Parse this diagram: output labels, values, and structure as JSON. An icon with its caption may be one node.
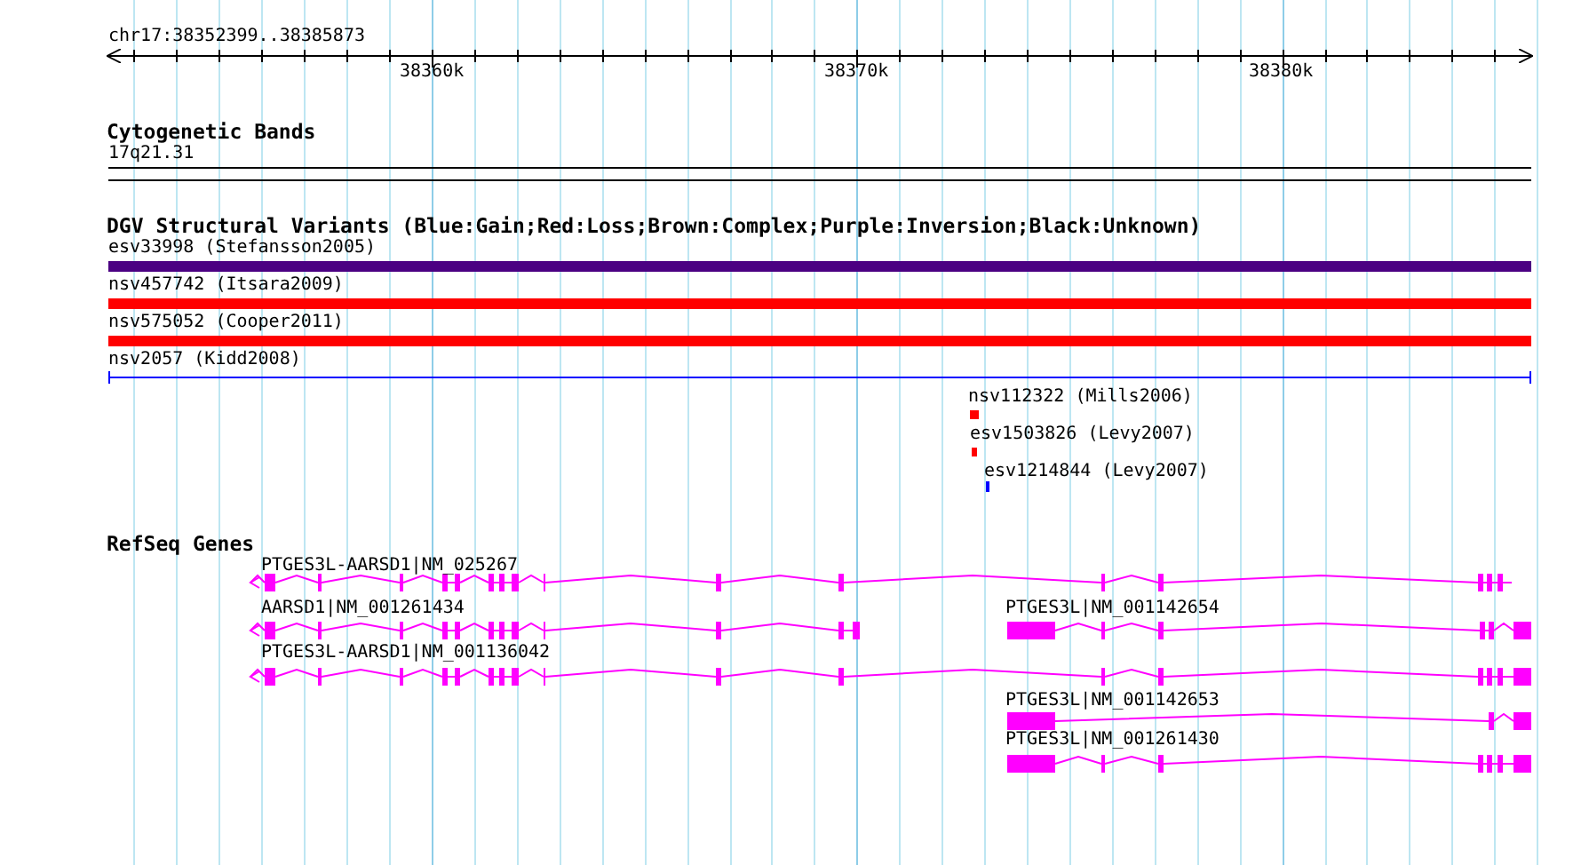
{
  "diagram": {
    "labels": [
      "chr17:38352399..38385873",
      "38360k",
      "38370k",
      "38380k",
      "Cytogenetic Bands",
      "17q21.31",
      "DGV Structural Variants (Blue:Gain;Red:Loss;Brown:Complex;Purple:Inversion;Black:Unknown)",
      "esv33998 (Stefansson2005)",
      "nsv457742 (Itsara2009)",
      "nsv575052 (Cooper2011)",
      "nsv2057 (Kidd2008)",
      "nsv112322 (Mills2006)",
      "esv1503826 (Levy2007)",
      "esv1214844 (Levy2007)",
      "RefSeq Genes",
      "PTGES3L-AARSD1|NM_025267",
      "AARSD1|NM_001261434",
      "PTGES3L|NM_001142654",
      "PTGES3L-AARSD1|NM_001136042",
      "PTGES3L|NM_001142653",
      "PTGES3L|NM_001261430"
    ]
  }
}
